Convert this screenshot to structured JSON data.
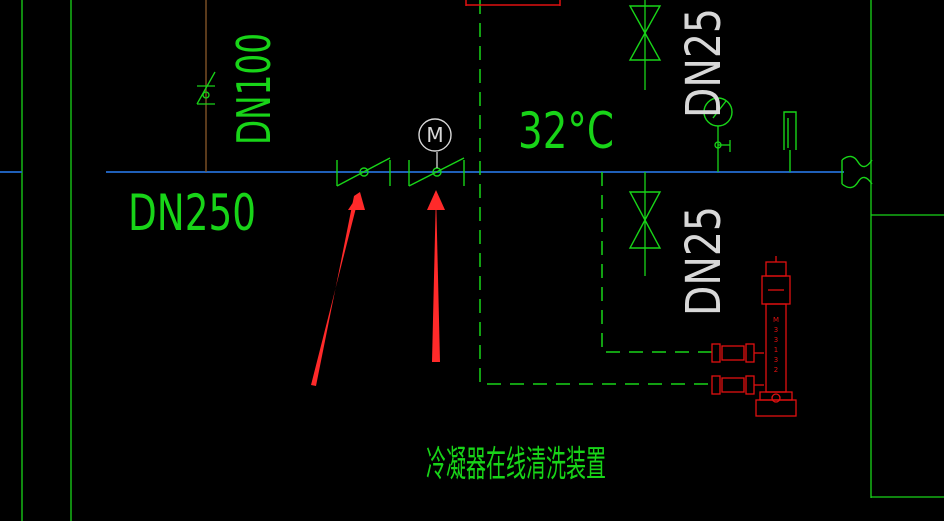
{
  "labels": {
    "main_pipe": "DN250",
    "branch_pipe": "DN100",
    "upper_valve_size": "DN25",
    "lower_valve_size": "DN25",
    "temperature": "32°C",
    "device_caption": "冷凝器在线清洗装置",
    "motor_symbol": "M"
  },
  "colors": {
    "background": "#000000",
    "main_pipe": "#1f5fb8",
    "cad_green": "#18d418",
    "cad_white": "#d8d8d8",
    "pump_red": "#e01010",
    "arrow_red": "#ff2a2a",
    "branch_brown": "#8a5a2a"
  }
}
